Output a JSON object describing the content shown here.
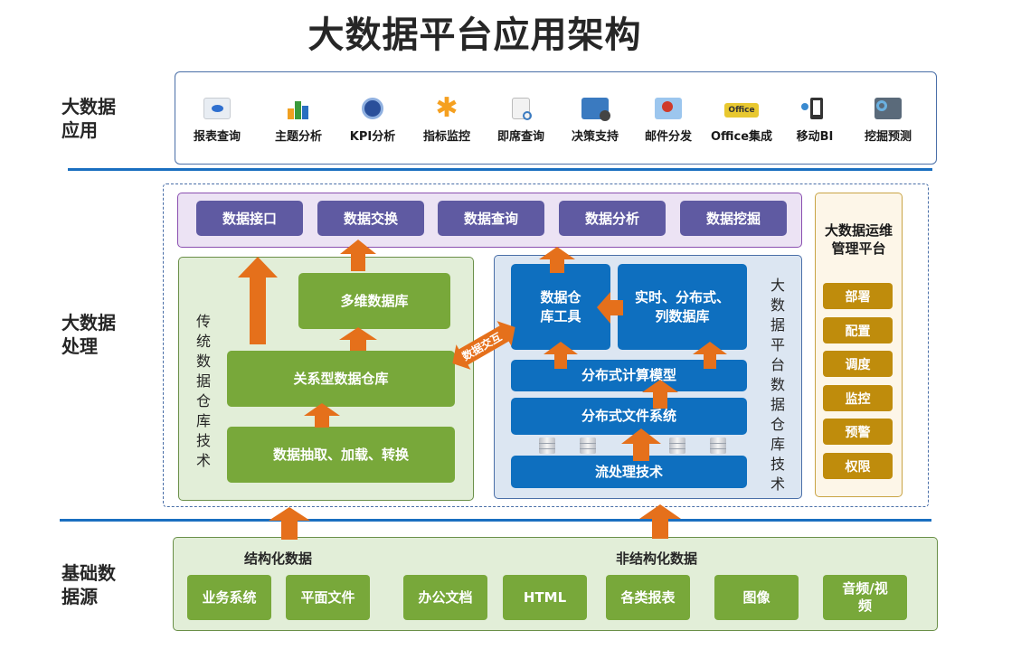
{
  "title": "大数据平台应用架构",
  "layers": {
    "application": "大数据\n应用",
    "processing": "大数据\n处理",
    "source": "基础数\n据源"
  },
  "applications": [
    {
      "label": "报表查询",
      "icon": "report-query-icon"
    },
    {
      "label": "主题分析",
      "icon": "bar-chart-icon"
    },
    {
      "label": "KPI分析",
      "icon": "kpi-gauge-icon"
    },
    {
      "label": "指标监控",
      "icon": "asterisk-monitor-icon"
    },
    {
      "label": "即席查询",
      "icon": "document-search-icon"
    },
    {
      "label": "决策支持",
      "icon": "monitor-gear-icon"
    },
    {
      "label": "邮件分发",
      "icon": "mail-pencil-icon"
    },
    {
      "label": "Office集成",
      "icon": "office-logo-icon"
    },
    {
      "label": "移动BI",
      "icon": "mobile-device-icon"
    },
    {
      "label": "挖掘预测",
      "icon": "magnifier-screen-icon"
    }
  ],
  "services": [
    "数据接口",
    "数据交换",
    "数据查询",
    "数据分析",
    "数据挖掘"
  ],
  "traditional": {
    "label": "传统数据仓库技术",
    "olap": "多维数据库",
    "rdw": "关系型数据仓库",
    "etl": "数据抽取、加载、转换"
  },
  "exchange_label": "数据交互",
  "bigdata": {
    "label": "大数据平台数据仓库技术",
    "dw_tools": "数据仓\n库工具",
    "columnar_db": "实时、分布式、\n列数据库",
    "compute": "分布式计算模型",
    "fs": "分布式文件系统",
    "stream": "流处理技术"
  },
  "ops": {
    "title": "大数据运维\n管理平台",
    "items": [
      "部署",
      "配置",
      "调度",
      "监控",
      "预警",
      "权限"
    ]
  },
  "sources": {
    "structured_label": "结构化数据",
    "unstructured_label": "非结构化数据",
    "structured": [
      "业务系统",
      "平面文件"
    ],
    "unstructured": [
      "办公文档",
      "HTML",
      "各类报表",
      "图像",
      "音频/视频"
    ]
  },
  "colors": {
    "arrow": "#e5701b",
    "service": "#5f5aa2",
    "green": "#78a83a",
    "blue": "#0e6fbf",
    "gold": "#bf8c0c",
    "separator": "#1a6fc0"
  }
}
